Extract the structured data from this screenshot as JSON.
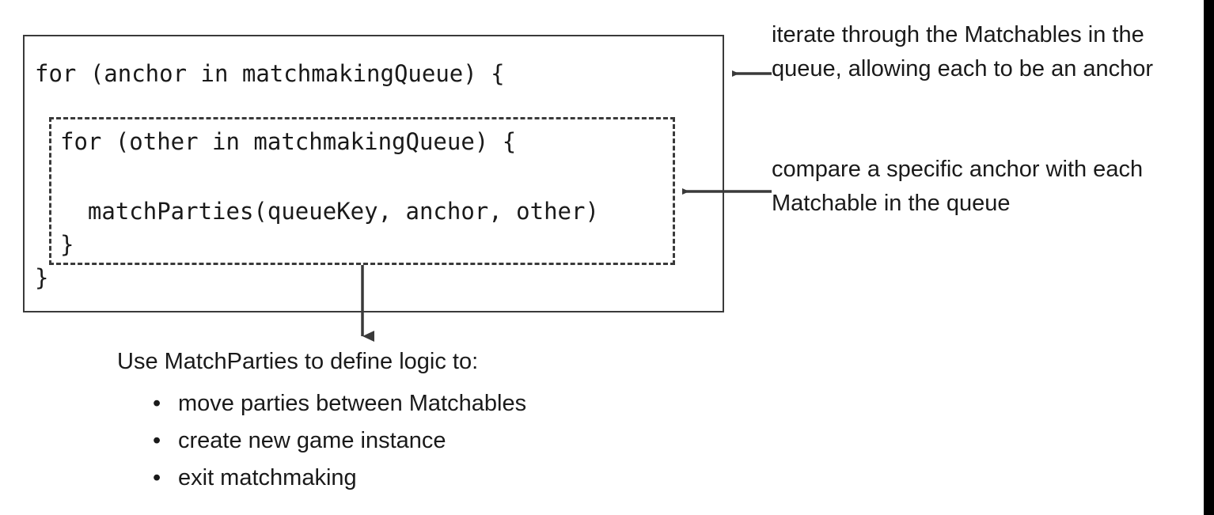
{
  "diagram": {
    "code_block": {
      "lines": [
        "for (anchor in matchmakingQueue) {",
        "for (other in matchmakingQueue) {",
        "  matchParties(queueKey, anchor, other)",
        "}",
        "}"
      ]
    },
    "annotations": [
      {
        "id": "outer-loop-note",
        "text": "iterate through the Matchables in the queue, allowing each to be an anchor"
      },
      {
        "id": "inner-loop-note",
        "text": "compare a specific anchor with each Matchable in the queue"
      }
    ],
    "bottom": {
      "title": "Use MatchParties to define logic to:",
      "bullet_glyph": "•",
      "bullets": [
        "move parties between Matchables",
        "create new game instance",
        "exit matchmaking"
      ]
    },
    "icons": {
      "arrow_left_outer": "arrow-left-icon",
      "arrow_left_inner": "arrow-left-icon",
      "arrow_down": "arrow-down-icon"
    },
    "colors": {
      "stroke": "#3a3a3a",
      "text": "#1a1a1a",
      "background": "#ffffff",
      "edge_band": "#000000"
    }
  }
}
